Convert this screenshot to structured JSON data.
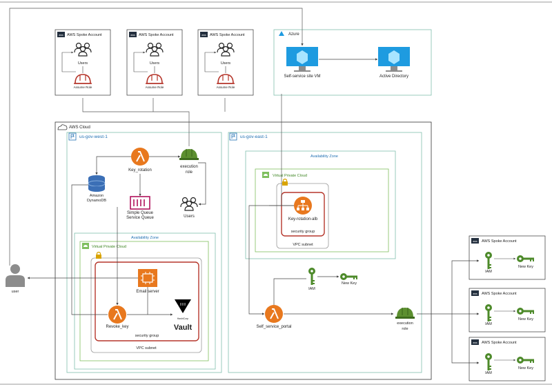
{
  "spoke_top": [
    {
      "account": "AWS Spoke Account",
      "users": "Users",
      "role": "Assume Role"
    },
    {
      "account": "AWS Spoke Account",
      "users": "Users",
      "role": "Assume Role"
    },
    {
      "account": "AWS Spoke Account",
      "users": "Users",
      "role": "Assume Role"
    }
  ],
  "azure": {
    "title": "Azure",
    "vm": "Self-service site VM",
    "ad": "Active Directory"
  },
  "aws_cloud": {
    "title": "AWS Cloud"
  },
  "region_west": {
    "title": "us-gov-west-1",
    "lambda_rotation": "Key_rotation",
    "exec_role": "execution\nrole",
    "dynamodb": "Amazon\nDynamoDB",
    "sqs": "Simple Queue\nService Queue",
    "users": "Users",
    "az": "Availability Zone",
    "vpc": "Virtual Private Cloud",
    "email": "Email server",
    "revoke": "Revoke_key",
    "vault_small": "HashiCorp",
    "vault": "Vault",
    "sg": "security group",
    "subnet": "VPC subnet"
  },
  "region_east": {
    "title": "us-gov-east-1",
    "az": "Availability Zone",
    "vpc": "Virtual Private Cloud",
    "alb": "Key-rotation-alb",
    "sg": "security group",
    "subnet": "VPC subnet",
    "iam": "IAM",
    "new_key": "New Key",
    "portal": "Self_service_portal",
    "exec_role": "execution\nrole"
  },
  "user": {
    "label": "user"
  },
  "spoke_right": [
    {
      "account": "AWS Spoke Account",
      "iam": "IAM",
      "new_key": "New Key"
    },
    {
      "account": "AWS Spoke Account",
      "iam": "IAM",
      "new_key": "New Key"
    },
    {
      "account": "AWS Spoke Account",
      "iam": "IAM",
      "new_key": "New Key"
    }
  ],
  "colors": {
    "lambda": "#e8781e",
    "dynamo": "#3b6fb6",
    "sqs": "#b0125b",
    "iam": "#4d8a2a",
    "helmet": "#5c8f2f",
    "compute": "#e8781e",
    "azure_vm": "#1e9be0",
    "border_red": "#b5352a",
    "green_border": "#7fbf5e"
  }
}
